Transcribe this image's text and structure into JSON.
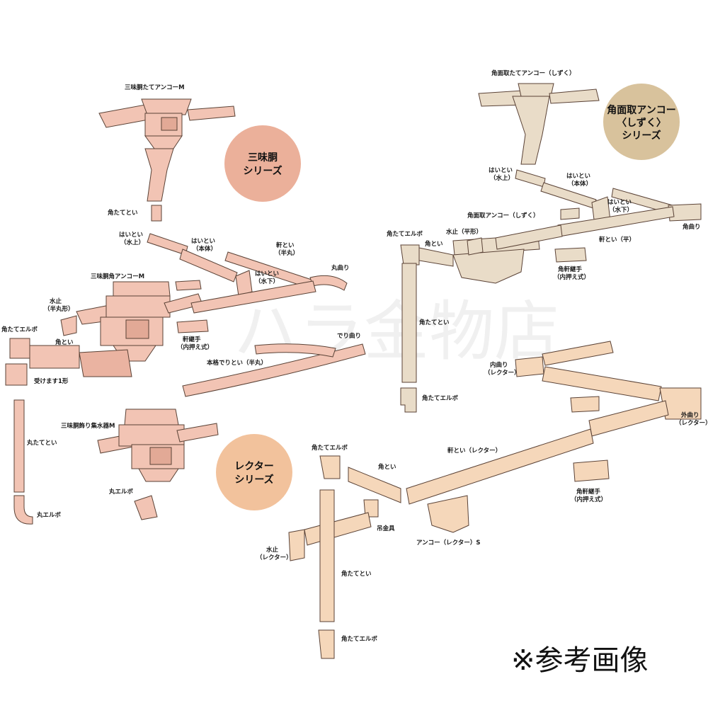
{
  "watermark": "ハラ金物店",
  "note": "※参考画像",
  "colors": {
    "samimido_part": "#f2c4b4",
    "samimido_badge": "#ebb09a",
    "kakumen_part": "#e9dcc8",
    "kakumen_badge": "#d8c29c",
    "rectar_part": "#f5d7ba",
    "rectar_badge": "#f2c29c",
    "outline": "#5a4236"
  },
  "series": {
    "samimido": {
      "line1": "三味胴",
      "line2": "シリーズ"
    },
    "kakumen": {
      "line1": "角面取アンコー",
      "line2": "〈しずく〉",
      "line3": "シリーズ"
    },
    "rectar": {
      "line1": "レクター",
      "line2": "シリーズ"
    }
  },
  "labels": {
    "s_tate_anko": "三味胴たてアンコーM",
    "s_kaku_tatetoi": "角たてとい",
    "s_haitoi_mizuue_1": "はいとい",
    "s_haitoi_mizuue_2": "（水上）",
    "s_haitoi_hontai_1": "はいとい",
    "s_haitoi_hontai_2": "（本体）",
    "s_nokitoi_1": "軒とい",
    "s_nokitoi_2": "（半丸）",
    "s_haitoi_mizushita_1": "はいとい",
    "s_haitoi_mizushita_2": "（水下）",
    "s_marumagari": "丸曲り",
    "s_kaku_anko": "三味胴角アンコーM",
    "s_mizudome_1": "水止",
    "s_mizudome_2": "（半丸形）",
    "s_kaku_elbow": "角たてエルボ",
    "s_kakutoi": "角とい",
    "s_nokitsugite_1": "軒継手",
    "s_nokitsugite_2": "（内押え式）",
    "s_uketamasu": "受けます1形",
    "s_deri_magari": "でり曲り",
    "s_honkaku_deritoi": "本格でりとい（半丸）",
    "s_maru_tatetoi": "丸たてとい",
    "s_kazari": "三味胴飾り集水器M",
    "s_maru_elbow_1": "丸エルボ",
    "s_maru_elbow_2": "丸エルボ",
    "k_tate_anko": "角面取たてアンコー（しずく）",
    "k_haitoi_mizuue_1": "はいとい",
    "k_haitoi_mizuue_2": "（水上）",
    "k_haitoi_hontai_1": "はいとい",
    "k_haitoi_hontai_2": "（本体）",
    "k_haitoi_mizushita_1": "はいとい",
    "k_haitoi_mizushita_2": "（水下）",
    "k_anko": "角面取アンコー（しずく）",
    "k_kaku_elbow_top": "角たてエルボ",
    "k_mizudome": "水止（平形）",
    "k_kakutoi": "角とい",
    "k_kakumagari": "角曲り",
    "k_nokitoi": "軒とい（平）",
    "k_kaku_nokitsugite_1": "角軒継手",
    "k_kaku_nokitsugite_2": "（内押え式）",
    "k_kaku_tatetoi": "角たてとい",
    "k_kaku_elbow_bottom": "角たてエルボ",
    "r_uchimagari_1": "内曲り",
    "r_uchimagari_2": "（レクター）",
    "r_sotomagari_1": "外曲り",
    "r_sotomagari_2": "（レクター）",
    "r_kaku_elbow_top": "角たてエルボ",
    "r_nokitoi": "軒とい（レクター）",
    "r_kakutoi": "角とい",
    "r_kaku_nokitsugite_1": "角軒継手",
    "r_kaku_nokitsugite_2": "（内押え式）",
    "r_tsurikanagu": "吊金具",
    "r_anko": "アンコー（レクター）S",
    "r_mizudome_1": "水止",
    "r_mizudome_2": "（レクター）",
    "r_kaku_tatetoi": "角たてとい",
    "r_kaku_elbow_bottom": "角たてエルボ"
  }
}
